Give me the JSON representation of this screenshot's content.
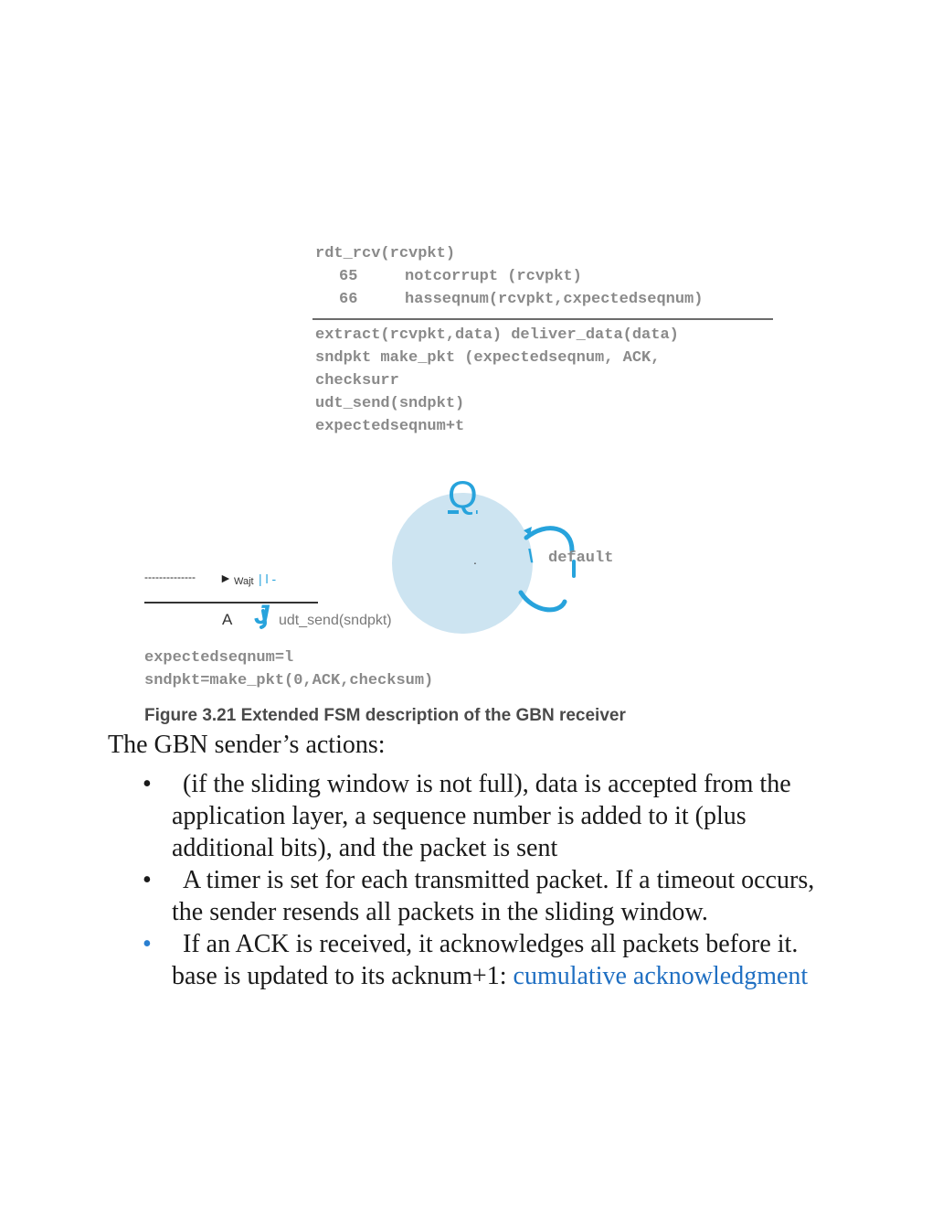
{
  "fsm": {
    "transition": {
      "event_header": "rdt_rcv(rcvpkt)",
      "cond1_num": "65",
      "cond1_text": "notcorrupt (rcvpkt)",
      "cond2_num": "66",
      "cond2_text": "hasseqnum(rcvpkt,cxpectedseqnum)",
      "actions": [
        "extract(rcvpkt,data) deliver_data(data)",
        "sndpkt make_pkt (expectedseqnum, ACK,",
        "checksurr",
        "udt_send(sndpkt)",
        "expectedseqnum+t"
      ]
    },
    "state_letter": "Q",
    "state_dot": ".",
    "self_loop_mark": "\\",
    "default_label": "default",
    "init_arrow_dashes": "--------------",
    "init_arrow_head": "►",
    "wait_label": "Wajt",
    "wait_bars": "| l -",
    "init_a_label": "A",
    "init_j_glyph": "J",
    "init_action": "udt_send(sndpkt)",
    "init_vars": [
      "expectedseqnum=l",
      "sndpkt=make_pkt(0,ACK,checksum)"
    ]
  },
  "caption": "Figure 3.21 Extended FSM description of the GBN receiver",
  "heading": "The GBN sender’s actions:",
  "bullets": [
    {
      "marker": "•",
      "text": "(if the sliding window is not full), data is accepted from the application layer, a sequence number is added to it (plus additional bits), and the packet is sent"
    },
    {
      "marker": "•",
      "text": "A timer is set for each transmitted packet. If a timeout occurs, the sender resends all packets in the sliding window."
    },
    {
      "marker": "•",
      "text": "If an ACK is received, it acknowledges all packets before it. base is updated to its acknum+1: ",
      "highlight": "cumulative acknowledgment"
    }
  ],
  "colors": {
    "state_fill": "#cde4f1",
    "accent_blue": "#27a3dc",
    "link_blue": "#1f6fc2"
  }
}
